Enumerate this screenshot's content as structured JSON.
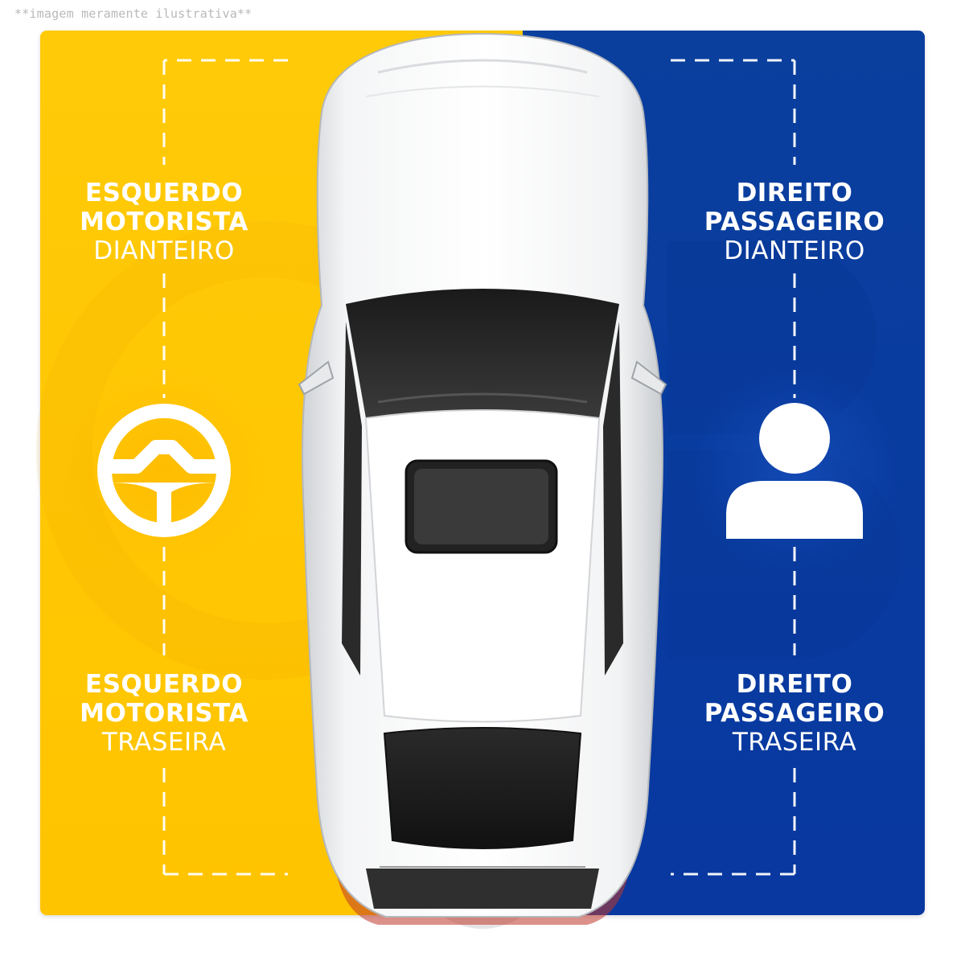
{
  "disclaimer": "**imagem meramente ilustrativa**",
  "colors": {
    "left_panel": "#ffc800",
    "right_panel": "#0a3d9f",
    "text": "#ffffff"
  },
  "labels": {
    "front_left": {
      "line1": "ESQUERDO",
      "line2": "MOTORISTA",
      "line3": "DIANTEIRO"
    },
    "front_right": {
      "line1": "DIREITO",
      "line2": "PASSAGEIRO",
      "line3": "DIANTEIRO"
    },
    "rear_left": {
      "line1": "ESQUERDO",
      "line2": "MOTORISTA",
      "line3": "TRASEIRA"
    },
    "rear_right": {
      "line1": "DIREITO",
      "line2": "PASSAGEIRO",
      "line3": "TRASEIRA"
    }
  },
  "icons": {
    "driver": "steering-wheel-icon",
    "passenger": "person-icon",
    "vehicle": "car-top-view"
  }
}
